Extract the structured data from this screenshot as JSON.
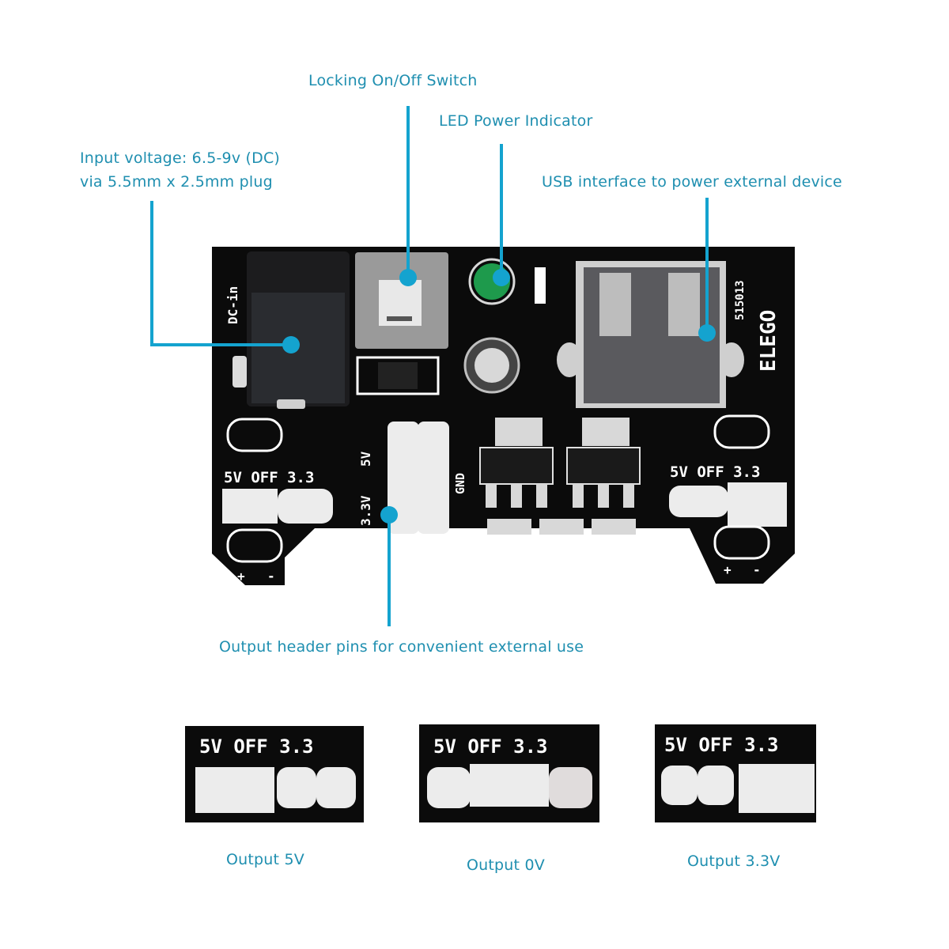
{
  "callouts": {
    "switch": "Locking On/Off Switch",
    "led": "LED Power Indicator",
    "input_line1": "Input voltage: 6.5-9v (DC)",
    "input_line2": "via 5.5mm x 2.5mm plug",
    "usb": "USB interface to power external device",
    "header": "Output header pins for convenient external use"
  },
  "board": {
    "dc_label": "DC-in",
    "brand": "ELEGO",
    "part_number": "515013",
    "rail_label": "5V OFF 3.3",
    "header_5v": "5V",
    "header_33v": "3.3V",
    "header_gnd": "GND",
    "plus": "+",
    "minus": "-"
  },
  "jumper_modes": [
    {
      "silk": "5V OFF 3.3",
      "caption": "Output 5V",
      "jumper_position": "5V"
    },
    {
      "silk": "5V OFF 3.3",
      "caption": "Output 0V",
      "jumper_position": "OFF"
    },
    {
      "silk": "5V OFF 3.3",
      "caption": "Output 3.3V",
      "jumper_position": "3.3"
    }
  ],
  "colors": {
    "accent": "#14a3cf",
    "label_text": "#1f8fb0",
    "pcb": "#0b0b0b",
    "led": "#1e9a4c"
  }
}
